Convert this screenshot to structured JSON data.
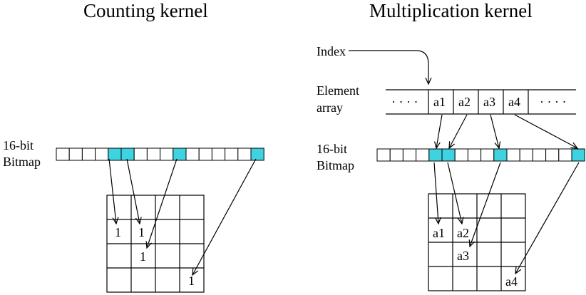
{
  "counting": {
    "title": "Counting kernel",
    "bitmap_label_line1": "16-bit",
    "bitmap_label_line2": "Bitmap",
    "bitmap_bits": 16,
    "highlighted_bits": [
      4,
      5,
      9,
      15
    ],
    "matrix_values": [
      "1",
      "1",
      "1",
      "1"
    ]
  },
  "multiplication": {
    "title": "Multiplication kernel",
    "index_label": "Index",
    "element_label_line1": "Element",
    "element_label_line2": "array",
    "ellipsis_left": "· · · ·",
    "ellipsis_right": "· · · ·",
    "elements": [
      "a1",
      "a2",
      "a3",
      "a4"
    ],
    "bitmap_label_line1": "16-bit",
    "bitmap_label_line2": "Bitmap",
    "bitmap_bits": 16,
    "highlighted_bits": [
      4,
      5,
      9,
      15
    ],
    "matrix_values": [
      "a1",
      "a2",
      "a3",
      "a4"
    ]
  },
  "colors": {
    "highlight": "#3fd2e0",
    "line": "#000000",
    "background": "#ffffff"
  }
}
